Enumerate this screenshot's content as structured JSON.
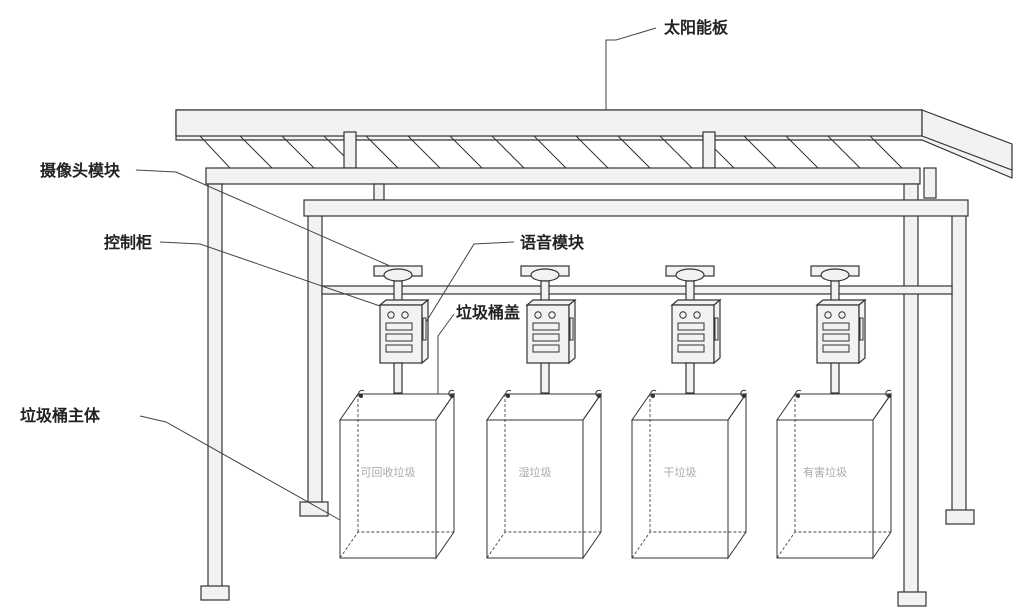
{
  "labels": {
    "solar_panel": "太阳能板",
    "camera_module": "摄像头模块",
    "control_cabinet": "控制柜",
    "voice_module": "语音模块",
    "bin_lid": "垃圾桶盖",
    "bin_body": "垃圾桶主体"
  },
  "bins": [
    {
      "label": "可回收垃圾"
    },
    {
      "label": "湿垃圾"
    },
    {
      "label": "干垃圾"
    },
    {
      "label": "有害垃圾"
    }
  ]
}
